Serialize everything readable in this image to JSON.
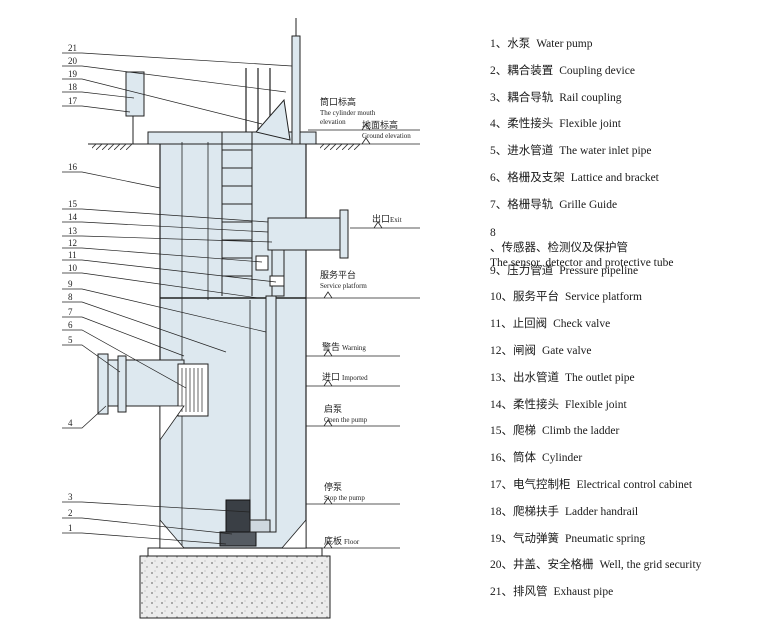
{
  "legend": [
    {
      "num": "1",
      "zh": "、水泵",
      "en": "Water pump"
    },
    {
      "num": "2",
      "zh": "、耦合装置",
      "en": "Coupling device"
    },
    {
      "num": "3",
      "zh": "、耦合导轨",
      "en": "Rail coupling"
    },
    {
      "num": "4",
      "zh": "、柔性接头",
      "en": "Flexible joint"
    },
    {
      "num": "5",
      "zh": "、进水管道",
      "en": "The water inlet pipe"
    },
    {
      "num": "6",
      "zh": "、格栅及支架",
      "en": "Lattice and bracket"
    },
    {
      "num": "7",
      "zh": "、格栅导轨",
      "en": "Grille Guide"
    },
    {
      "num": "8",
      "zh": "、传感器、检测仪及保护管",
      "en": "The sensor, detector and protective tube"
    },
    {
      "num": "9",
      "zh": "、压力管道",
      "en": "Pressure pipeline"
    },
    {
      "num": "10",
      "zh": "、服务平台",
      "en": "Service platform"
    },
    {
      "num": "11",
      "zh": "、止回阀",
      "en": "Check valve"
    },
    {
      "num": "12",
      "zh": "、闸阀",
      "en": "Gate valve"
    },
    {
      "num": "13",
      "zh": "、出水管道",
      "en": "The outlet pipe"
    },
    {
      "num": "14",
      "zh": "、柔性接头",
      "en": "Flexible joint"
    },
    {
      "num": "15",
      "zh": "、爬梯",
      "en": "Climb the ladder"
    },
    {
      "num": "16",
      "zh": "、筒体",
      "en": "Cylinder"
    },
    {
      "num": "17",
      "zh": "、电气控制柜",
      "en": "Electrical control cabinet"
    },
    {
      "num": "18",
      "zh": "、爬梯扶手",
      "en": "Ladder handrail"
    },
    {
      "num": "19",
      "zh": "、气动弹簧",
      "en": "Pneumatic spring"
    },
    {
      "num": "20",
      "zh": "、井盖、安全格栅",
      "en": "Well, the grid security"
    },
    {
      "num": "21",
      "zh": "、排风管",
      "en": "Exhaust pipe"
    }
  ],
  "callouts": [
    "21",
    "20",
    "19",
    "18",
    "17",
    "16",
    "15",
    "14",
    "13",
    "12",
    "11",
    "10",
    "9",
    "8",
    "7",
    "6",
    "5",
    "4",
    "3",
    "2",
    "1"
  ],
  "levels": {
    "cylinder_mouth_zh": "筒口标高",
    "cylinder_mouth_en": "The cylinder mouth",
    "cylinder_mouth_en2": "elevation",
    "ground_zh": "地面标高",
    "ground_en": "Ground elevation",
    "exit_zh": "出口",
    "exit_en": "Exit",
    "platform_zh": "服务平台",
    "platform_en": "Service platform",
    "warning_zh": "警告",
    "warning_en": "Warning",
    "imported_zh": "进口",
    "imported_en": "Imported",
    "open_zh": "启泵",
    "open_en": "Open the pump",
    "stop_zh": "停泵",
    "stop_en": "Stop the pump",
    "floor_zh": "底板",
    "floor_en": "Floor"
  },
  "colors": {
    "cylinder_fill": "#dde8ef",
    "line": "#222222",
    "concrete": "#e8e8e8"
  }
}
